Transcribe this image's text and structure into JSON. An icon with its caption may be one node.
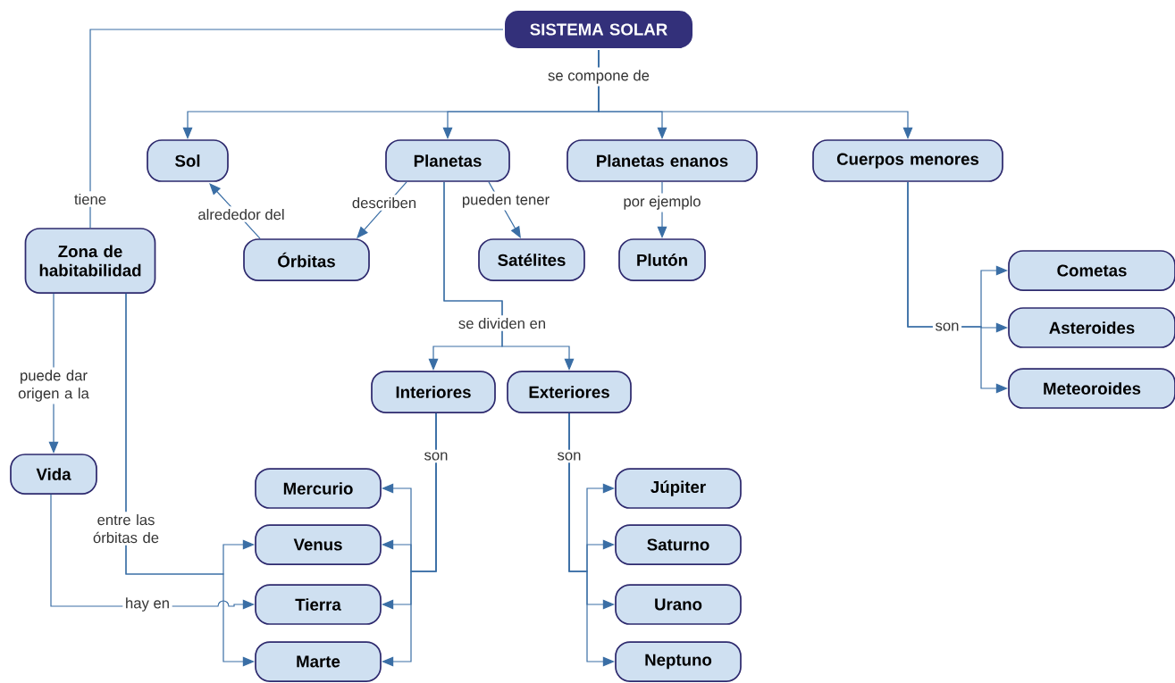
{
  "diagram": {
    "nodes": [
      {
        "text": [
          "SISTEMA SOLAR"
        ]
      },
      {
        "text": [
          "Sol"
        ]
      },
      {
        "text": [
          "Planetas"
        ]
      },
      {
        "text": [
          "Planetas enanos"
        ]
      },
      {
        "text": [
          "Cuerpos menores"
        ]
      },
      {
        "text": [
          "Zona de habitabilidad"
        ]
      },
      {
        "text": [
          "Órbitas"
        ]
      },
      {
        "text": [
          "Satélites"
        ]
      },
      {
        "text": [
          "Plutón"
        ]
      },
      {
        "text": [
          "Cometas"
        ]
      },
      {
        "text": [
          "Asteroides"
        ]
      },
      {
        "text": [
          "Meteoroides"
        ]
      },
      {
        "text": [
          "Interiores"
        ]
      },
      {
        "text": [
          "Exteriores"
        ]
      },
      {
        "text": [
          "Vida"
        ]
      },
      {
        "text": [
          "Mercurio"
        ]
      },
      {
        "text": [
          "Venus"
        ]
      },
      {
        "text": [
          "Tierra"
        ]
      },
      {
        "text": [
          "Marte"
        ]
      },
      {
        "text": [
          "Júpiter"
        ]
      },
      {
        "text": [
          "Saturno"
        ]
      },
      {
        "text": [
          "Urano"
        ]
      },
      {
        "text": [
          "Neptuno"
        ]
      }
    ],
    "edges": [
      {
        "from": 0,
        "to": 1,
        "arrow": "to",
        "label": "se compone de"
      },
      {
        "from": 0,
        "to": 2,
        "arrow": "to"
      },
      {
        "from": 0,
        "to": 3,
        "arrow": "to"
      },
      {
        "from": 0,
        "to": 4,
        "arrow": "to"
      },
      {
        "from": 0,
        "to": 5,
        "arrow": "none",
        "label": "tiene"
      },
      {
        "from": 6,
        "to": 1,
        "arrow": "to",
        "label": "alrededor del"
      },
      {
        "from": 2,
        "to": 6,
        "arrow": "to",
        "label": "describen"
      },
      {
        "from": 2,
        "to": 7,
        "arrow": "to",
        "label": "pueden tener"
      },
      {
        "from": 3,
        "to": 8,
        "arrow": "to",
        "label": "por ejemplo"
      },
      {
        "from": 2,
        "to": 12,
        "arrow": "to",
        "label": "se dividen en"
      },
      {
        "from": 2,
        "to": 13,
        "arrow": "to"
      },
      {
        "from": 4,
        "to": 9,
        "arrow": "to",
        "label": "son"
      },
      {
        "from": 4,
        "to": 10,
        "arrow": "to"
      },
      {
        "from": 4,
        "to": 11,
        "arrow": "to"
      },
      {
        "from": 5,
        "to": 14,
        "arrow": "to",
        "label": "puede dar origen a la"
      },
      {
        "from": 5,
        "to": 16,
        "arrow": "to",
        "label": "entre las órbitas de"
      },
      {
        "from": 5,
        "to": 18,
        "arrow": "to"
      },
      {
        "from": 14,
        "to": 17,
        "arrow": "to",
        "label": "hay en"
      },
      {
        "from": 12,
        "to": 15,
        "arrow": "to",
        "label": "son"
      },
      {
        "from": 12,
        "to": 16,
        "arrow": "to"
      },
      {
        "from": 12,
        "to": 17,
        "arrow": "to"
      },
      {
        "from": 12,
        "to": 18,
        "arrow": "to"
      },
      {
        "from": 13,
        "to": 19,
        "arrow": "to",
        "label": "son"
      },
      {
        "from": 13,
        "to": 20,
        "arrow": "to"
      },
      {
        "from": 13,
        "to": 21,
        "arrow": "to"
      },
      {
        "from": 13,
        "to": 22,
        "arrow": "to"
      }
    ]
  }
}
